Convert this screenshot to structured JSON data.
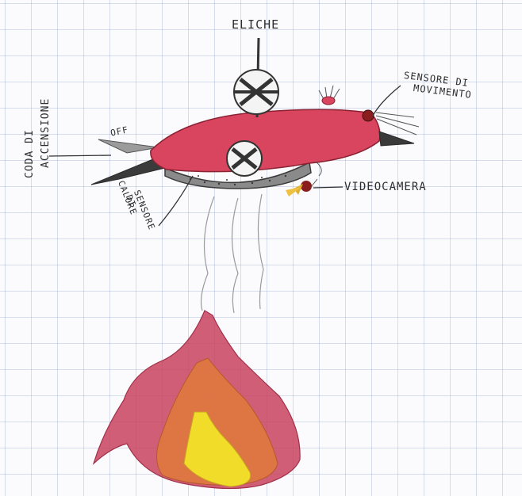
{
  "labels": {
    "eliche": "ELICHE",
    "sensore_movimento_line1": "SENSORE DI",
    "sensore_movimento_line2": "MOVIMENTO",
    "coda_line1": "CODA DI",
    "coda_line2": "ACCENSIONE",
    "off": "OFF",
    "videocamera": "VIDEOCAMERA",
    "sensore_calore_line1": "SENSORE",
    "sensore_calore_line2": "DI",
    "sensore_calore_line3": "CALORE"
  },
  "colors": {
    "body": "#d9445e",
    "belly": "#8a8a8a",
    "ink": "#2e2e2e",
    "fire_outer": "#c8425e",
    "fire_mid": "#e07a3c",
    "fire_core": "#f2dc2a",
    "grid": "#8a9cc8"
  }
}
